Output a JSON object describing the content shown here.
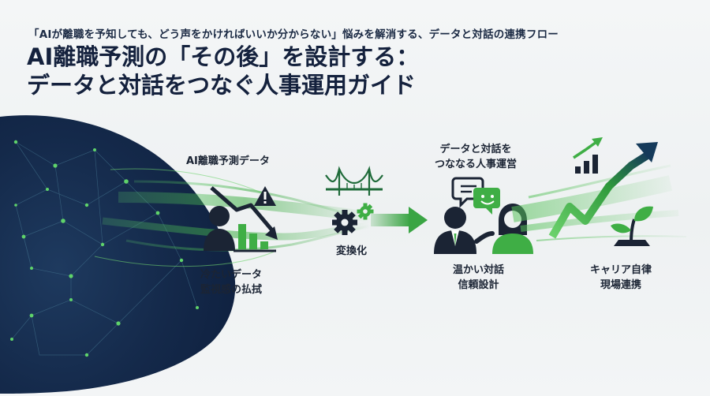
{
  "header": {
    "subtitle": "「AIが離職を予知しても、どう声をかければいいか分からない」悩みを解消する、データと対話の連携フロー",
    "title_line1": "AI離職予測の「その後」を設計する：",
    "title_line2": "データと対話をつなぐ人事運用ガイド"
  },
  "stages": {
    "data": {
      "title": "AI離職予測データ",
      "caption_line1": "冷たいデータ",
      "caption_line2": "監視感の払拭"
    },
    "convert": {
      "caption": "変換化"
    },
    "dialogue": {
      "title_line1": "データと対話を",
      "title_line2": "つななる人事運営",
      "caption_line1": "温かい対話",
      "caption_line2": "信頼設計"
    },
    "career": {
      "caption_line1": "キャリア自律",
      "caption_line2": "現場連携"
    }
  },
  "icons": {
    "warning": "warning-icon",
    "person": "person-icon",
    "down-trend": "downtrend-chart-icon",
    "bridge": "bridge-icon",
    "gears": "gears-icon",
    "chat": "chat-bubbles-icon",
    "people": "two-people-icon",
    "growth": "growth-arrow-icon",
    "bars": "bar-chart-icon",
    "sprout": "sprout-icon"
  },
  "colors": {
    "navy": "#14294a",
    "dark": "#1b2434",
    "green": "#2e9a37",
    "bright_green": "#4cc24a"
  }
}
